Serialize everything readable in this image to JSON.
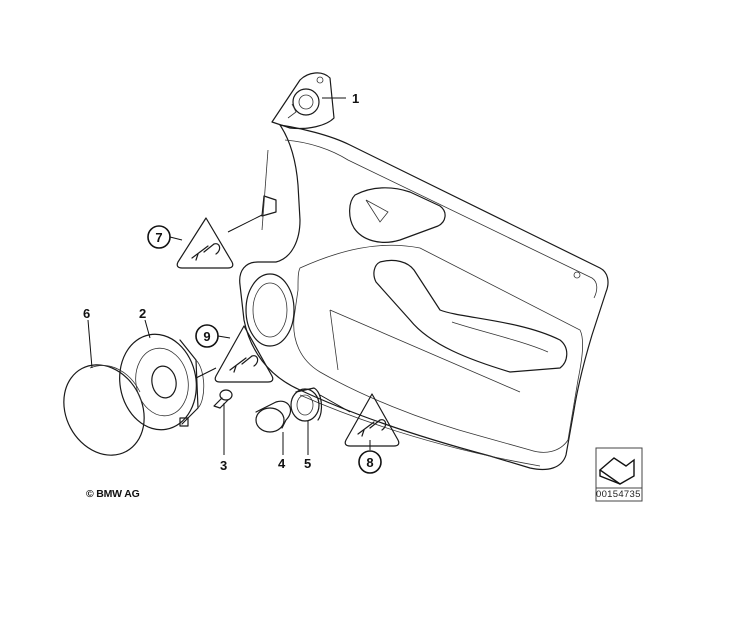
{
  "diagram": {
    "copyright": "© BMW AG",
    "reference_code": "00154735",
    "callouts": [
      {
        "id": "1",
        "label": "1"
      },
      {
        "id": "2",
        "label": "2"
      },
      {
        "id": "3",
        "label": "3"
      },
      {
        "id": "4",
        "label": "4"
      },
      {
        "id": "5",
        "label": "5"
      },
      {
        "id": "6",
        "label": "6"
      },
      {
        "id": "7",
        "label": "7"
      },
      {
        "id": "8",
        "label": "8"
      },
      {
        "id": "9",
        "label": "9"
      }
    ],
    "warning_icons": [
      "connector-warning-icon",
      "connector-warning-icon",
      "connector-warning-icon"
    ]
  }
}
